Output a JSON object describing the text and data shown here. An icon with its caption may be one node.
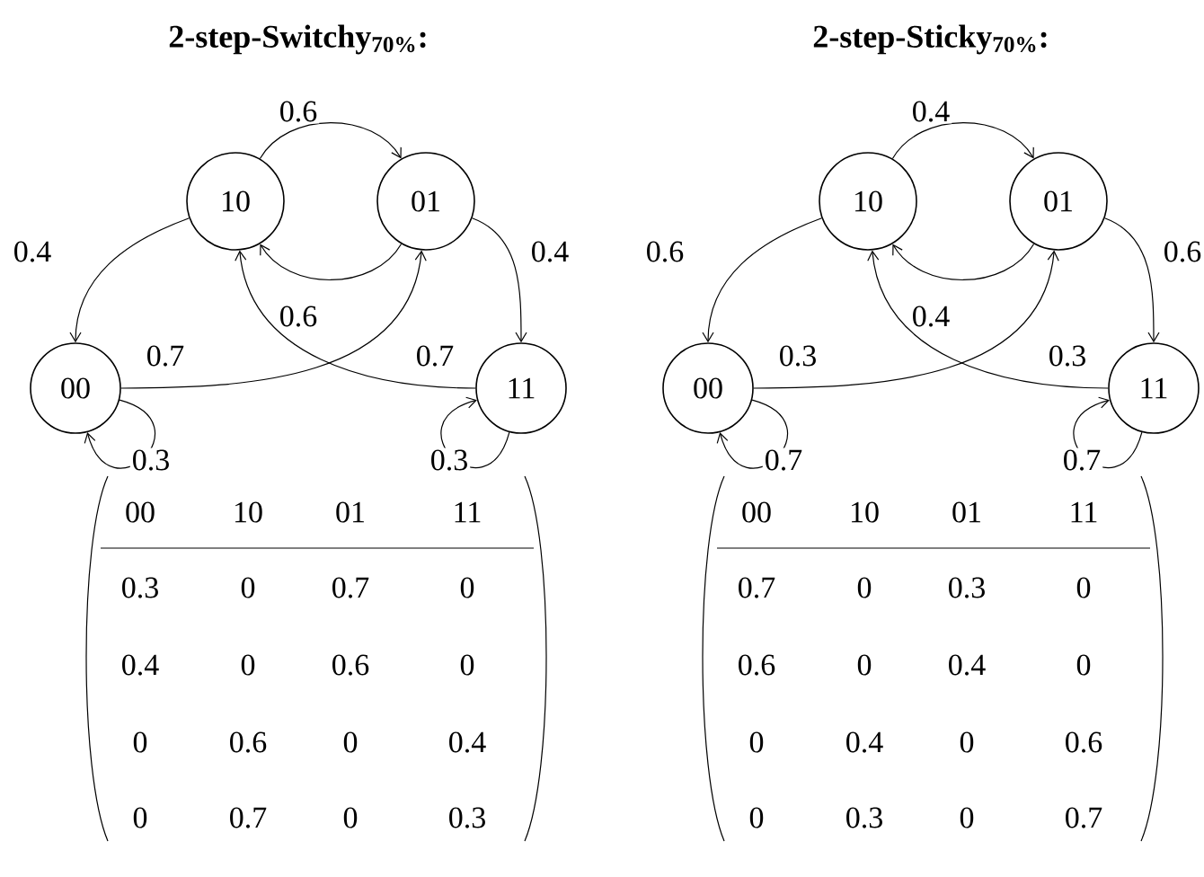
{
  "diagram": {
    "nodes": [
      {
        "text": [
          "10"
        ]
      },
      {
        "text": [
          "01"
        ]
      },
      {
        "text": [
          "00"
        ]
      },
      {
        "text": [
          "11"
        ]
      },
      {
        "text": [
          "10"
        ]
      },
      {
        "text": [
          "01"
        ]
      },
      {
        "text": [
          "00"
        ]
      },
      {
        "text": [
          "11"
        ]
      }
    ],
    "edges": [
      {
        "from": 0,
        "to": 1,
        "arrow": "to",
        "label": "0.6"
      },
      {
        "from": 1,
        "to": 0,
        "arrow": "to",
        "label": "0.6"
      },
      {
        "from": 0,
        "to": 2,
        "arrow": "to",
        "label": "0.4"
      },
      {
        "from": 1,
        "to": 3,
        "arrow": "to",
        "label": "0.4"
      },
      {
        "from": 2,
        "to": 1,
        "arrow": "to",
        "label": "0.7"
      },
      {
        "from": 3,
        "to": 0,
        "arrow": "to",
        "label": "0.7"
      },
      {
        "from": 2,
        "to": 2,
        "arrow": "to",
        "label": "0.3"
      },
      {
        "from": 3,
        "to": 3,
        "arrow": "to",
        "label": "0.3"
      },
      {
        "from": 4,
        "to": 5,
        "arrow": "to",
        "label": "0.4"
      },
      {
        "from": 5,
        "to": 4,
        "arrow": "to",
        "label": "0.4"
      },
      {
        "from": 4,
        "to": 6,
        "arrow": "to",
        "label": "0.6"
      },
      {
        "from": 5,
        "to": 7,
        "arrow": "to",
        "label": "0.6"
      },
      {
        "from": 6,
        "to": 5,
        "arrow": "to",
        "label": "0.3"
      },
      {
        "from": 7,
        "to": 4,
        "arrow": "to",
        "label": "0.3"
      },
      {
        "from": 6,
        "to": 6,
        "arrow": "to",
        "label": "0.7"
      },
      {
        "from": 7,
        "to": 7,
        "arrow": "to",
        "label": "0.7"
      }
    ],
    "labels": [
      "2-step-Switchy$_{70%}$:",
      "2-step-Sticky$_{70%}$:",
      "00",
      "10",
      "01",
      "11",
      "0.3",
      "0",
      "0.7",
      "0",
      "0.4",
      "0",
      "0.6",
      "0",
      "0",
      "0.6",
      "0",
      "0.4",
      "0",
      "0.7",
      "0",
      "0.3",
      "00",
      "10",
      "01",
      "11",
      "0.7",
      "0",
      "0.3",
      "0",
      "0.6",
      "0",
      "0.4",
      "0",
      "0",
      "0.4",
      "0",
      "0.6",
      "0",
      "0.3",
      "0",
      "0.7"
    ]
  }
}
